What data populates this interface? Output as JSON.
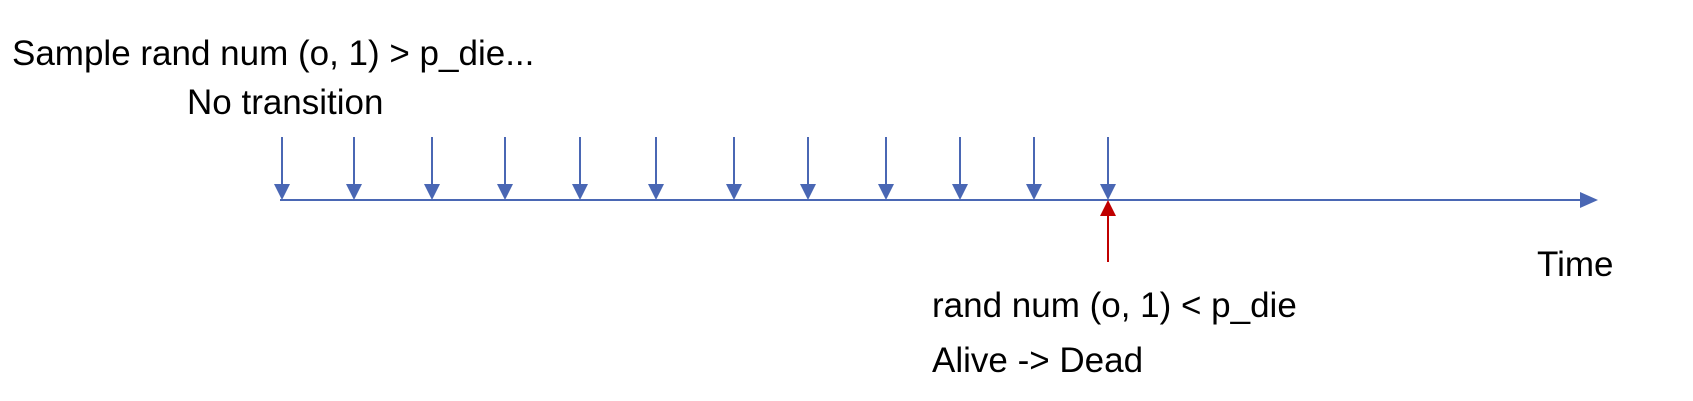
{
  "header_label": {
    "line1": "Sample rand num (o, 1) > p_die...",
    "line2": "No transition"
  },
  "axis_label": "Time",
  "event_label": {
    "line1": "rand num (o, 1) < p_die",
    "line2": "Alive -> Dead"
  },
  "sample_ticks": 12,
  "event_tick_index": 11,
  "colors": {
    "axis": "#4a67b4",
    "sample_arrow": "#4a67b4",
    "event_arrow": "#c00000",
    "text": "#000000"
  }
}
